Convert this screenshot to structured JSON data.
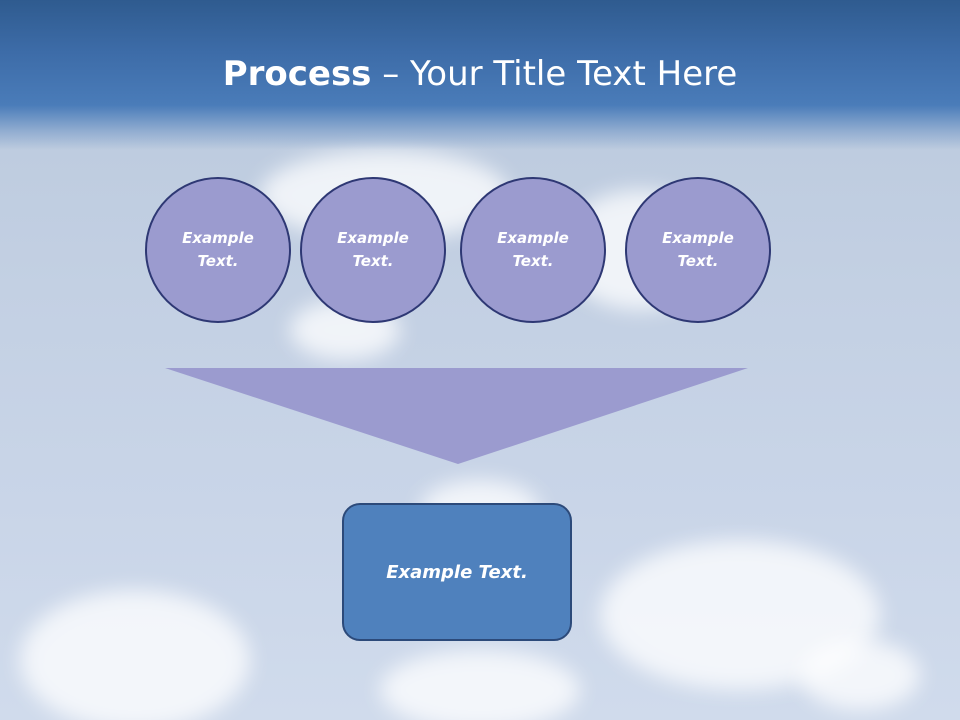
{
  "slide": {
    "title_strong": "Process",
    "title_rest": " – Your Title Text Here",
    "inputs": [
      {
        "label": "Example Text."
      },
      {
        "label": "Example Text."
      },
      {
        "label": "Example Text."
      },
      {
        "label": "Example Text."
      }
    ],
    "result": {
      "label": "Example Text."
    }
  },
  "colors": {
    "header": "#3d6ca8",
    "circle_fill": "#9b9bcf",
    "circle_border": "#2e3874",
    "funnel_fill": "#9b9bcf",
    "result_fill": "#4f81bd",
    "result_border": "#2c4a7a"
  }
}
